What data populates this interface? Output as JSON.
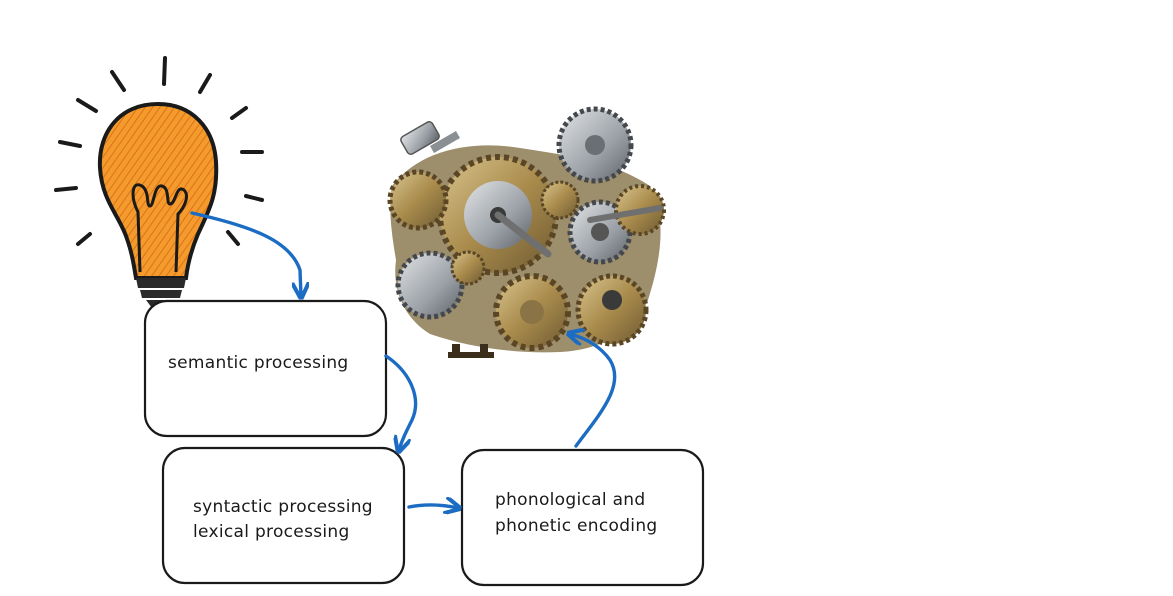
{
  "diagram": {
    "nodes": [
      {
        "id": "semantic",
        "lines": [
          "semantic processing"
        ]
      },
      {
        "id": "syntactic",
        "lines": [
          "syntactic processing",
          "lexical processing"
        ]
      },
      {
        "id": "phonological",
        "lines": [
          "phonological and",
          "phonetic encoding"
        ]
      }
    ],
    "edges": [
      {
        "from": "lightbulb-icon",
        "to": "semantic"
      },
      {
        "from": "semantic",
        "to": "syntactic"
      },
      {
        "from": "syntactic",
        "to": "phonological"
      },
      {
        "from": "phonological",
        "to": "gears-icon"
      }
    ],
    "icons": [
      "lightbulb-icon",
      "gears-icon"
    ],
    "colors": {
      "arrow": "#1b6cc2",
      "bulb_fill": "#f08a1c",
      "box_stroke": "#1a1a1a"
    }
  }
}
